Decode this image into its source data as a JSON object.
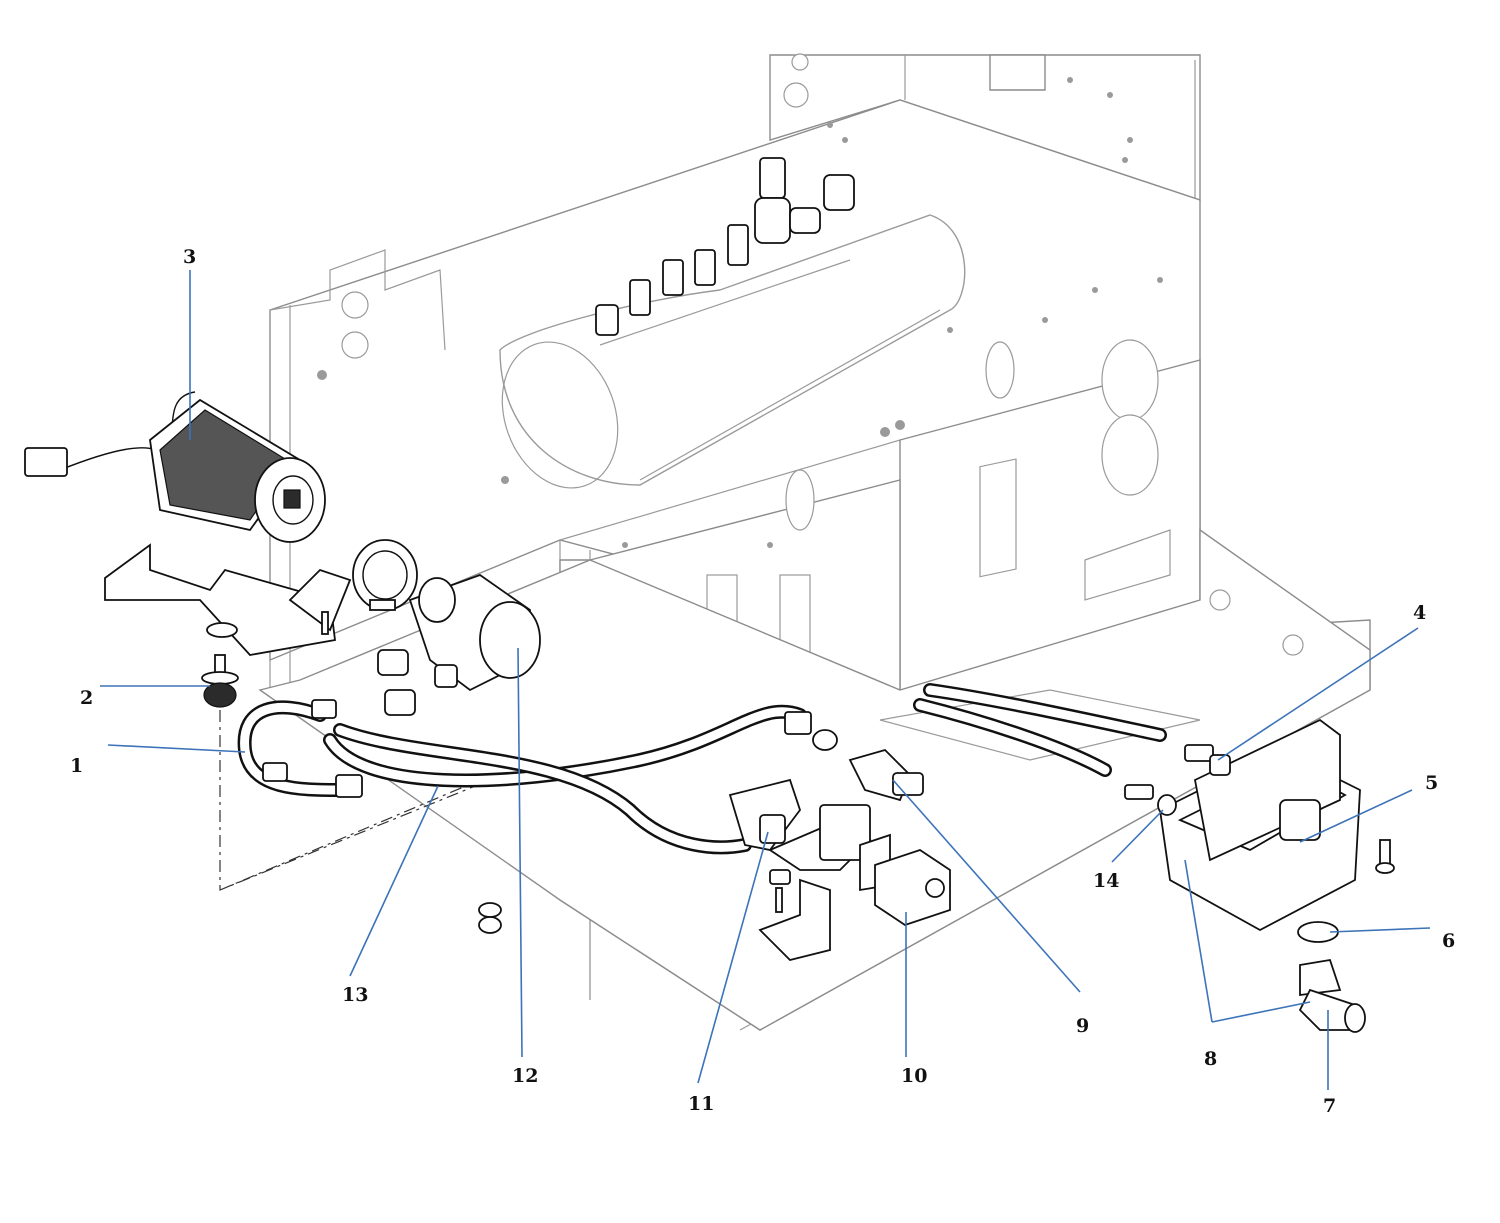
{
  "diagram": {
    "accent_color": "#3d73b8",
    "callouts": [
      {
        "id": "1",
        "label": "1"
      },
      {
        "id": "2",
        "label": "2"
      },
      {
        "id": "3",
        "label": "3"
      },
      {
        "id": "4",
        "label": "4"
      },
      {
        "id": "5",
        "label": "5"
      },
      {
        "id": "6",
        "label": "6"
      },
      {
        "id": "7",
        "label": "7"
      },
      {
        "id": "8",
        "label": "8"
      },
      {
        "id": "9",
        "label": "9"
      },
      {
        "id": "10",
        "label": "10"
      },
      {
        "id": "11",
        "label": "11"
      },
      {
        "id": "12",
        "label": "12"
      },
      {
        "id": "13",
        "label": "13"
      },
      {
        "id": "14",
        "label": "14"
      }
    ]
  }
}
